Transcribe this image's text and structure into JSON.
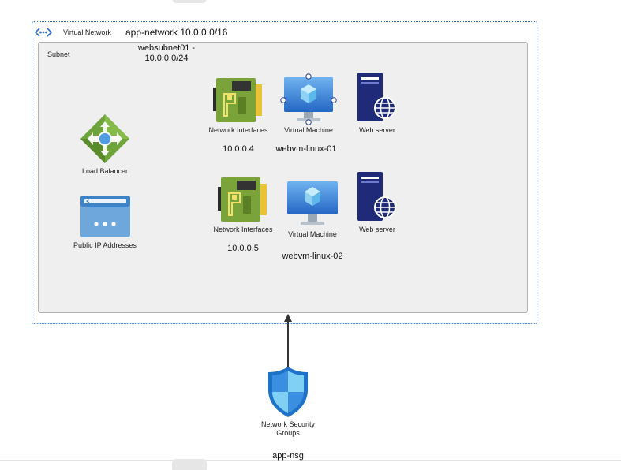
{
  "vnet": {
    "label": "Virtual Network",
    "name": "app-network 10.0.0.0/16"
  },
  "subnet": {
    "label": "Subnet",
    "name_line1": "websubnet01 -",
    "name_line2": "10.0.0.0/24"
  },
  "load_balancer": {
    "label": "Load Balancer"
  },
  "public_ip": {
    "label": "Public IP Addresses"
  },
  "row1": {
    "nic_label": "Network Interfaces",
    "nic_ip": "10.0.0.4",
    "vm_label": "Virtual Machine",
    "vm_name": "webvm-linux-01",
    "server_label": "Web server"
  },
  "row2": {
    "nic_label": "Network Interfaces",
    "nic_ip": "10.0.0.5",
    "vm_label": "Virtual Machine",
    "vm_name": "webvm-linux-02",
    "server_label": "Web server"
  },
  "nsg": {
    "label_line1": "Network Security",
    "label_line2": "Groups",
    "name": "app-nsg"
  },
  "colors": {
    "vnet_border": "#2d6fcc",
    "subnet_fill": "#efefef",
    "nic_green": "#7aa33a",
    "vm_blue": "#2f7ed8",
    "server_navy": "#1f2a78",
    "lb_green": "#6fa33b",
    "nsg_blue": "#1e73c8"
  }
}
